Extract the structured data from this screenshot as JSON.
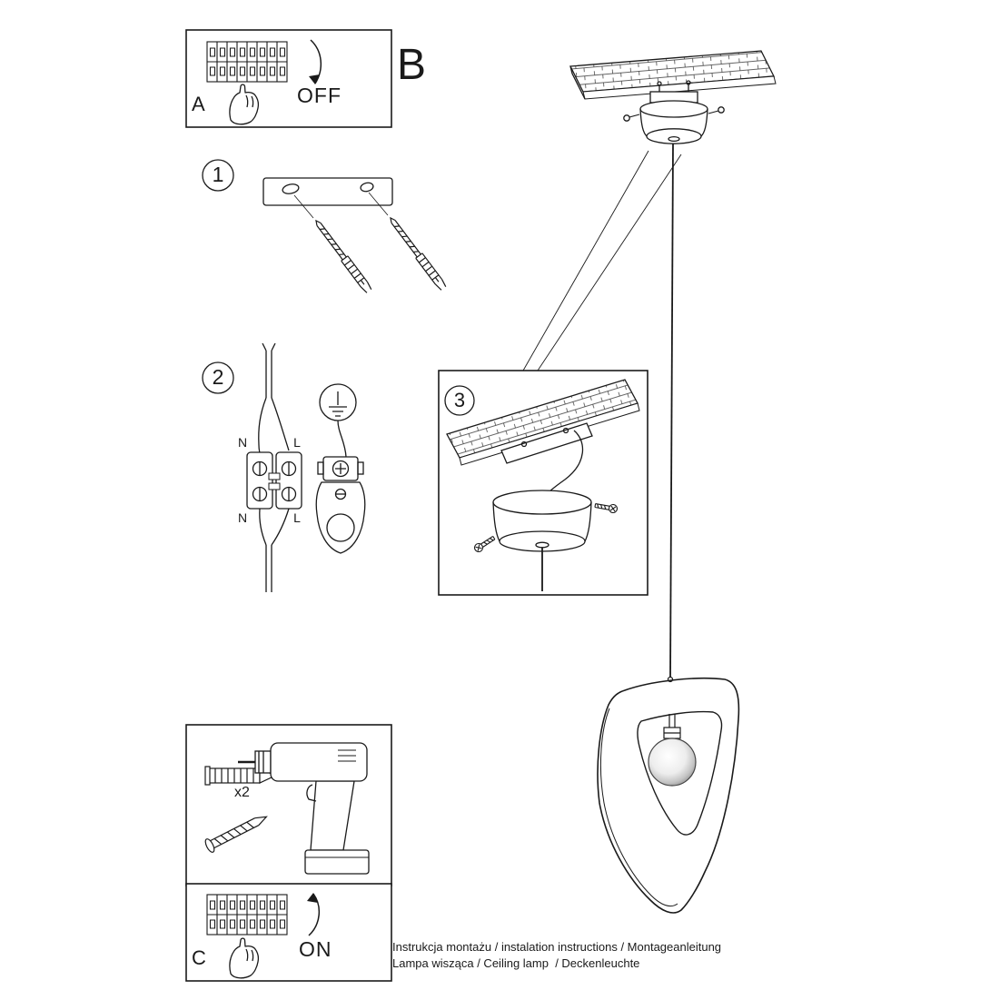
{
  "document": {
    "section_a": {
      "label": "A",
      "switch_label": "OFF"
    },
    "section_b": {
      "label": "B"
    },
    "section_c": {
      "label": "C",
      "switch_label": "ON"
    },
    "steps": [
      {
        "number": "1"
      },
      {
        "number": "2"
      },
      {
        "number": "3"
      }
    ],
    "wiring": {
      "top_left": "N",
      "top_right": "L",
      "bottom_left": "N",
      "bottom_right": "L"
    },
    "tools": {
      "dowel_quantity": "x2"
    },
    "footer": {
      "line1": "Instrukcja montażu / instalation instructions / Montageanleitung",
      "line2": "Lampa wisząca / Ceiling lamp  / Deckenleuchte"
    },
    "colors": {
      "ink": "#1a1a1a"
    }
  }
}
